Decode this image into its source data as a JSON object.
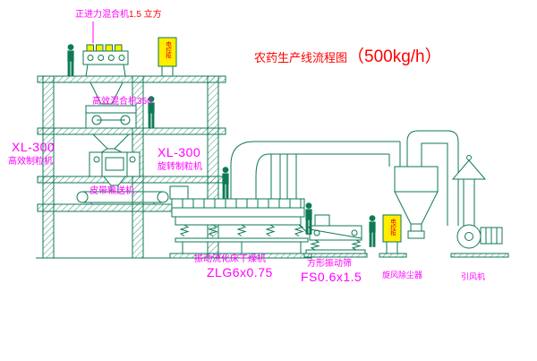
{
  "title": {
    "main": "农药生产线流程图",
    "capacity": "（500kg/h）"
  },
  "equipment_labels": {
    "top_mixer_name": "正进力混合机",
    "top_mixer_spec": "1.5 立方",
    "mid_mixer": "高效混合机350",
    "granulator_left_model": "XL-300",
    "granulator_left_name": "高效制粒机",
    "granulator_mid_model": "XL-300",
    "granulator_mid_name": "旋转制粒机",
    "belt_conveyor": "皮带输送机",
    "dryer_name": "振动流化床干燥机",
    "dryer_model": "ZLG6x0.75",
    "screen_name": "方形振动筛",
    "screen_model": "FS0.6x1.5",
    "dust_collector": "旋风除尘器",
    "fan": "引风机",
    "control_cabinet_1": "电控柜",
    "control_cabinet_2": "电控柜"
  },
  "colors": {
    "line_green": "#0e7a55",
    "label_magenta": "#ff00ff",
    "title_red": "#ff0000",
    "cabinet_yellow": "#ffee00",
    "cabinet_text_red": "#e60000",
    "background": "#ffffff"
  }
}
